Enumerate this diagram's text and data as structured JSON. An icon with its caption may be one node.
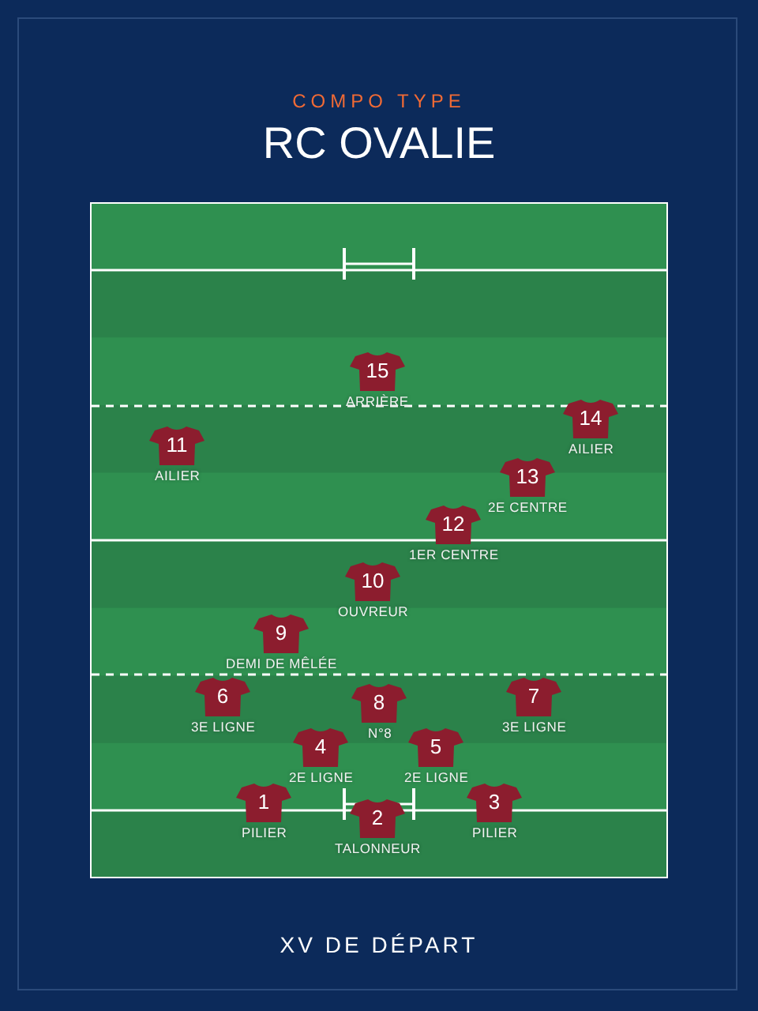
{
  "diagram": {
    "title": "RC OVALIE",
    "caption": "XV DE DÉPART",
    "labels": [
      "COMPO TYPE"
    ],
    "nodes": [
      {
        "text": [
          "15"
        ],
        "beside": [
          "ARRIÈRE"
        ]
      },
      {
        "text": [
          "14"
        ],
        "beside": [
          "AILIER"
        ]
      },
      {
        "text": [
          "11"
        ],
        "beside": [
          "AILIER"
        ]
      },
      {
        "text": [
          "13"
        ],
        "beside": [
          "2E CENTRE"
        ]
      },
      {
        "text": [
          "12"
        ],
        "beside": [
          "1ER CENTRE"
        ]
      },
      {
        "text": [
          "10"
        ],
        "beside": [
          "OUVREUR"
        ]
      },
      {
        "text": [
          "9"
        ],
        "beside": [
          "DEMI DE MÊLÉE"
        ]
      },
      {
        "text": [
          "6"
        ],
        "beside": [
          "3E LIGNE"
        ]
      },
      {
        "text": [
          "8"
        ],
        "beside": [
          "N°8"
        ]
      },
      {
        "text": [
          "7"
        ],
        "beside": [
          "3E LIGNE"
        ]
      },
      {
        "text": [
          "4"
        ],
        "beside": [
          "2E LIGNE"
        ]
      },
      {
        "text": [
          "5"
        ],
        "beside": [
          "2E LIGNE"
        ]
      },
      {
        "text": [
          "1"
        ],
        "beside": [
          "PILIER"
        ]
      },
      {
        "text": [
          "2"
        ],
        "beside": [
          "TALONNEUR"
        ]
      },
      {
        "text": [
          "3"
        ],
        "beside": [
          "PILIER"
        ]
      }
    ]
  }
}
